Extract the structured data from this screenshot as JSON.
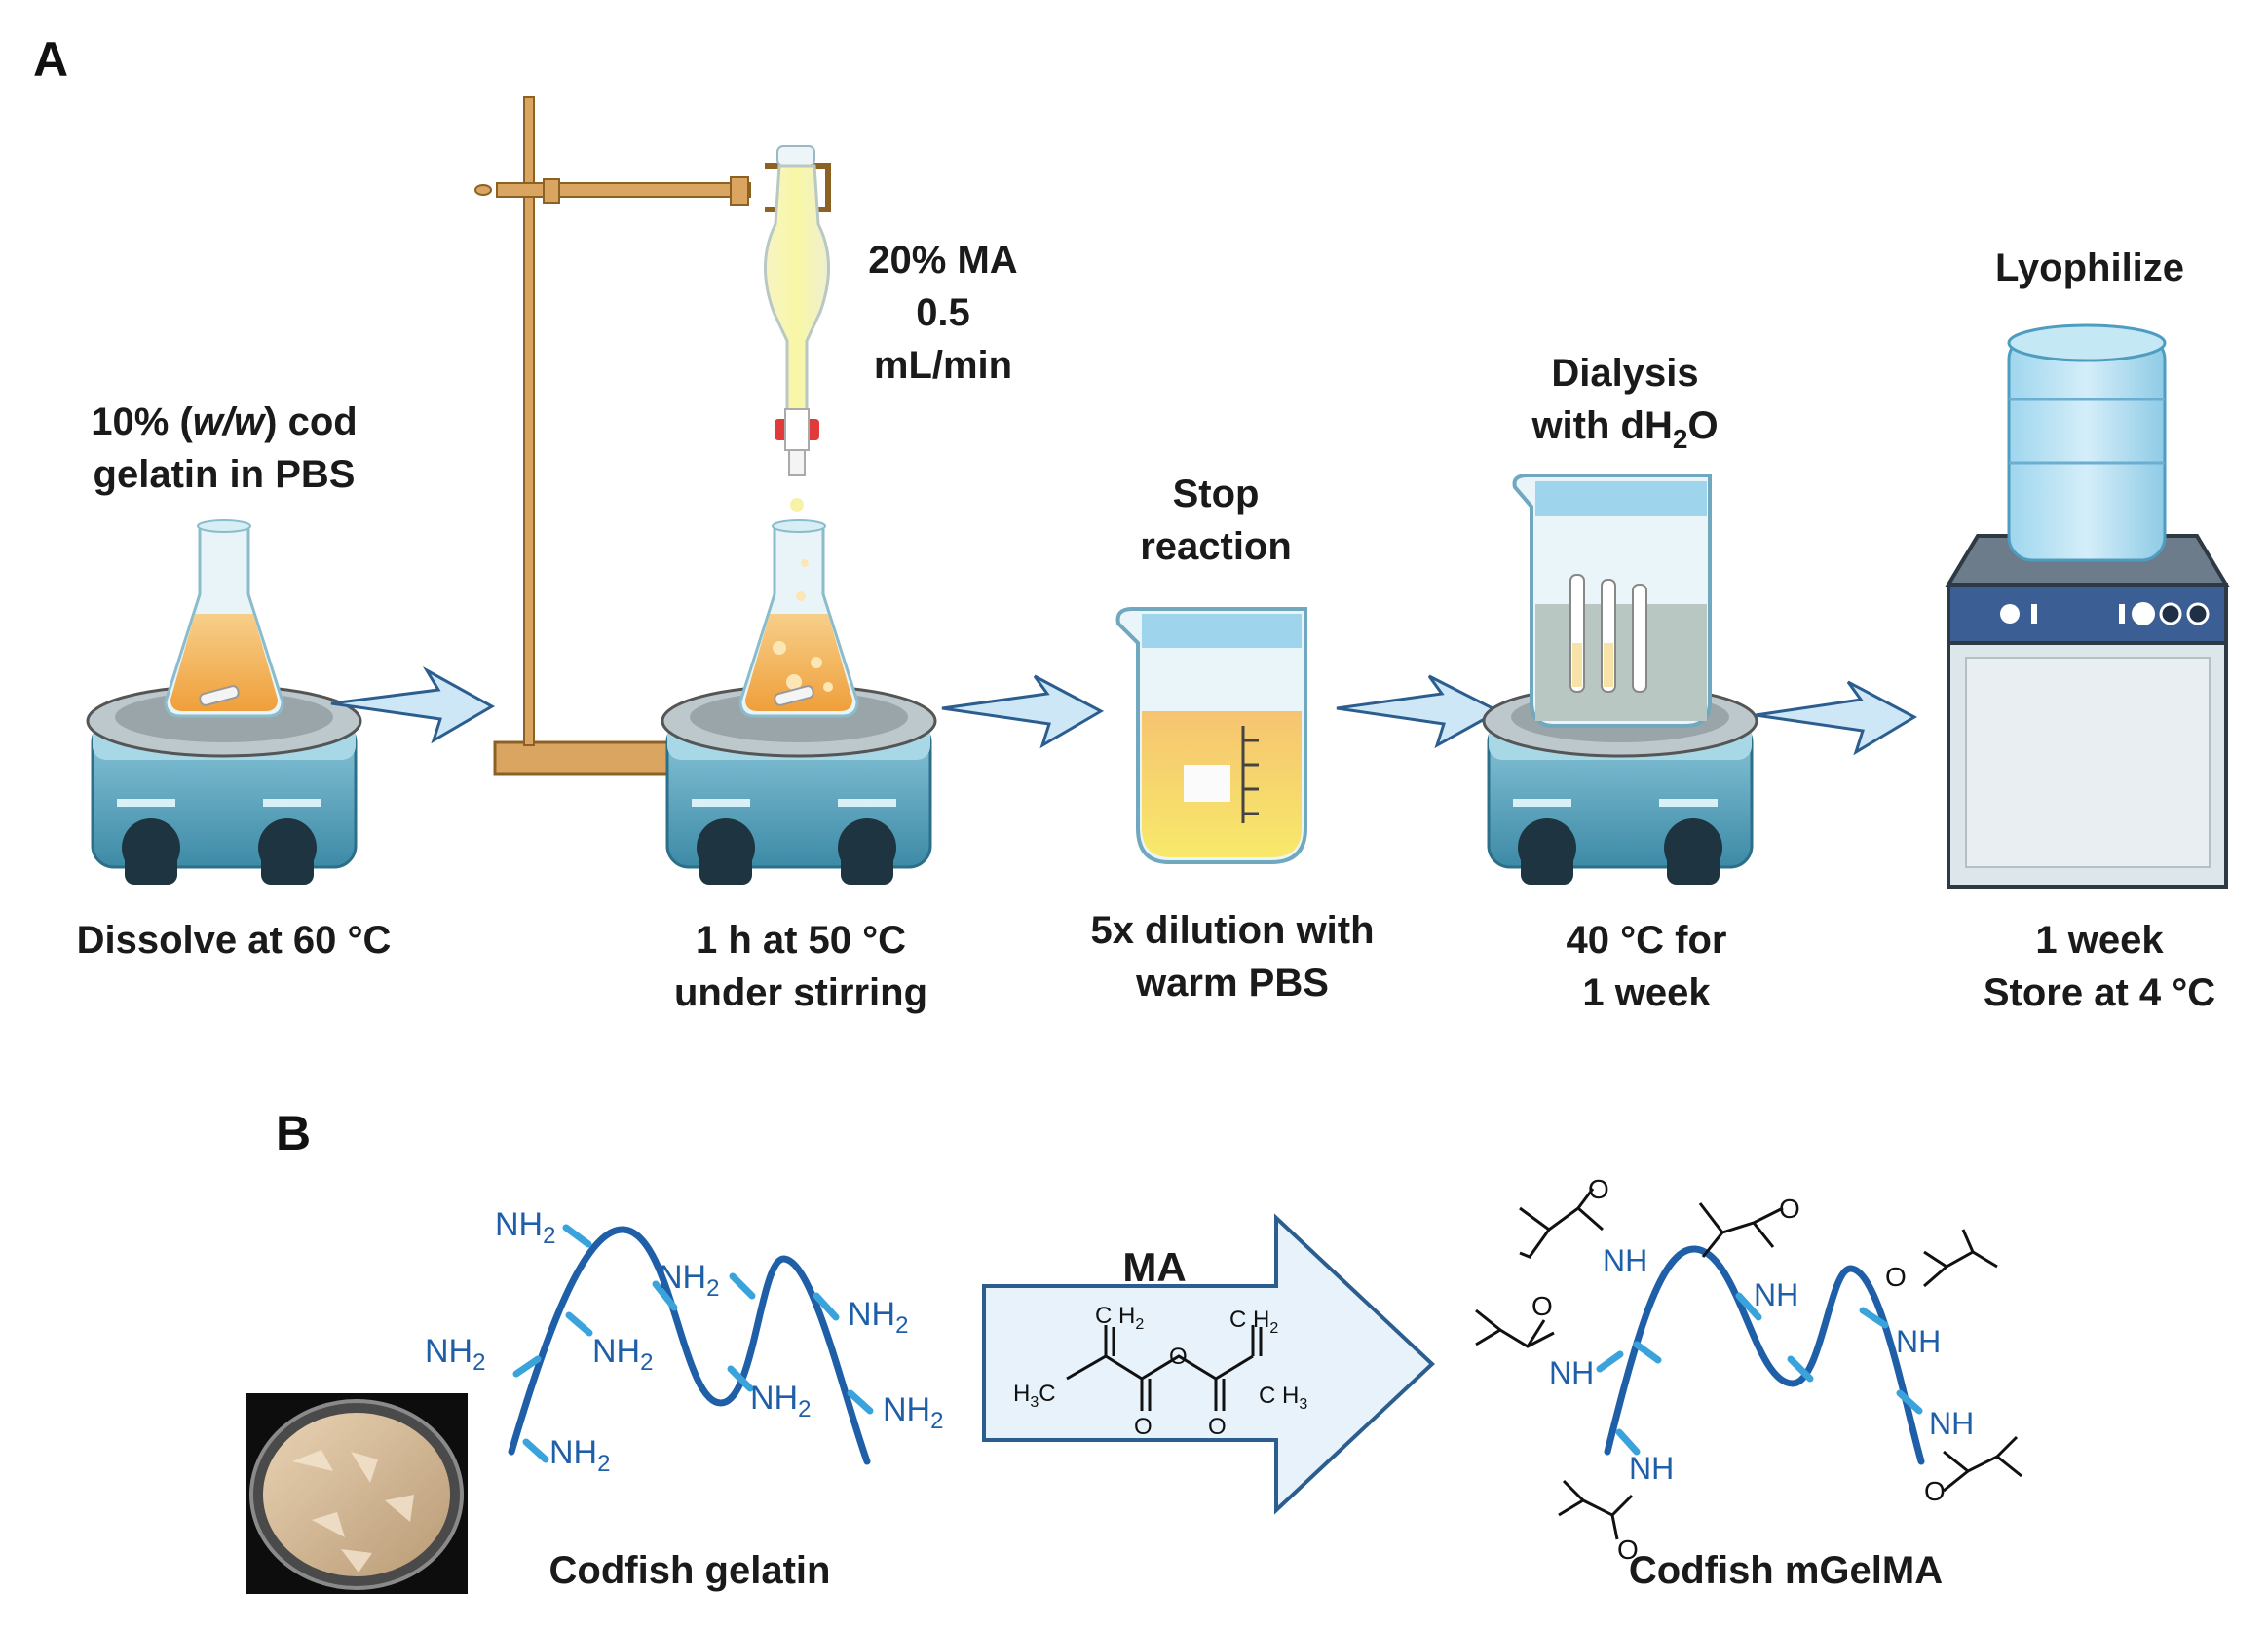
{
  "panel_a": {
    "letter": "A",
    "step1": {
      "top_line1": "10% (",
      "top_italic": "w/w",
      "top_line1_end": ") cod",
      "top_line2": "gelatin in PBS",
      "bottom": "Dissolve at 60 °C"
    },
    "step2": {
      "top_line1": "20% MA",
      "top_line2": "0.5",
      "top_line3": "mL/min",
      "bottom_line1": "1 h at 50 °C",
      "bottom_line2": "under stirring"
    },
    "step3": {
      "top_line1": "Stop",
      "top_line2": "reaction",
      "bottom_line1": "5x dilution with",
      "bottom_line2": "warm PBS"
    },
    "step4": {
      "top_line1": "Dialysis",
      "top_line2_pre": "with dH",
      "top_line2_sub": "2",
      "top_line2_post": "O",
      "bottom_line1": "40 °C for",
      "bottom_line2": "1 week"
    },
    "step5": {
      "top": "Lyophilize",
      "bottom_line1": "1 week",
      "bottom_line2": "Store at 4 °C"
    }
  },
  "panel_b": {
    "letter": "B",
    "left_caption": "Codfish gelatin",
    "right_caption": "Codfish mGelMA",
    "arrow_label": "MA",
    "amine": "NH",
    "amine_sub": "2",
    "amide": "NH",
    "chem": {
      "ch2": "C H",
      "ch2_sub": "2",
      "h3c": "H",
      "h3c_sub": "3",
      "h3c_end": "C",
      "ch3": "C H",
      "ch3_sub": "3",
      "o": "O"
    }
  },
  "colors": {
    "arrow_fill": "#cde7f7",
    "arrow_stroke": "#2b5e8f",
    "chain": "#1f5fa8",
    "amine_tick": "#3aa3dc",
    "plate_body": "#5aa5bf",
    "gelatin": "#f2b560",
    "stand_wood": "#d9a560"
  }
}
